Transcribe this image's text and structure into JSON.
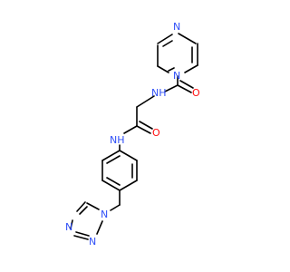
{
  "molecule": {
    "atoms": [
      {
        "id": "N1",
        "label": "N"
      },
      {
        "id": "N2",
        "label": "N"
      },
      {
        "id": "N3",
        "label": "NH",
        "h": "H"
      },
      {
        "id": "O1",
        "label": "O"
      },
      {
        "id": "O2",
        "label": "O"
      },
      {
        "id": "N4",
        "label": "NH",
        "h": "H"
      },
      {
        "id": "N5",
        "label": "N"
      },
      {
        "id": "N6",
        "label": "N"
      },
      {
        "id": "N7",
        "label": "N"
      }
    ],
    "colors": {
      "nitrogen": "#3050f8",
      "oxygen": "#ff0d0d",
      "bond": "#000000"
    }
  }
}
